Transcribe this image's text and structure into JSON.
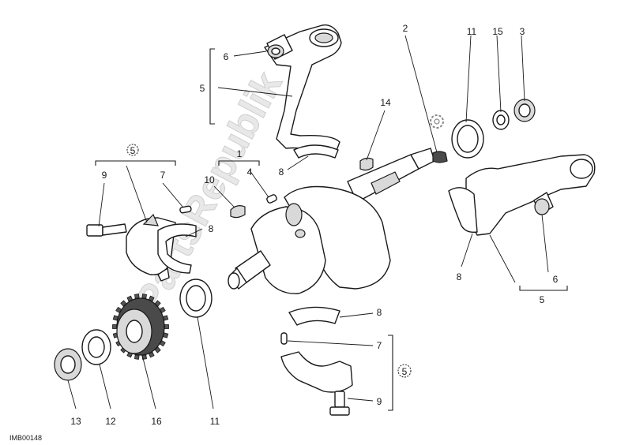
{
  "watermark": "PartsRepublik",
  "drawing_code": "IMB00148",
  "callouts": {
    "c1": "1",
    "c2": "2",
    "c3": "3",
    "c4": "4",
    "c5_top": "5",
    "c5_right": "5",
    "c6_top": "6",
    "c6_right": "6",
    "c7_left": "7",
    "c7_bottom": "7",
    "c8_top": "8",
    "c8_left": "8",
    "c8_right": "8",
    "c8_bottom": "8",
    "c9_left": "9",
    "c9_bottom": "9",
    "c10": "10",
    "c11_top": "11",
    "c11_bottom": "11",
    "c12": "12",
    "c13": "13",
    "c14": "14",
    "c15": "15",
    "c16": "16",
    "badge_left": "5",
    "badge_bottom": "5"
  }
}
